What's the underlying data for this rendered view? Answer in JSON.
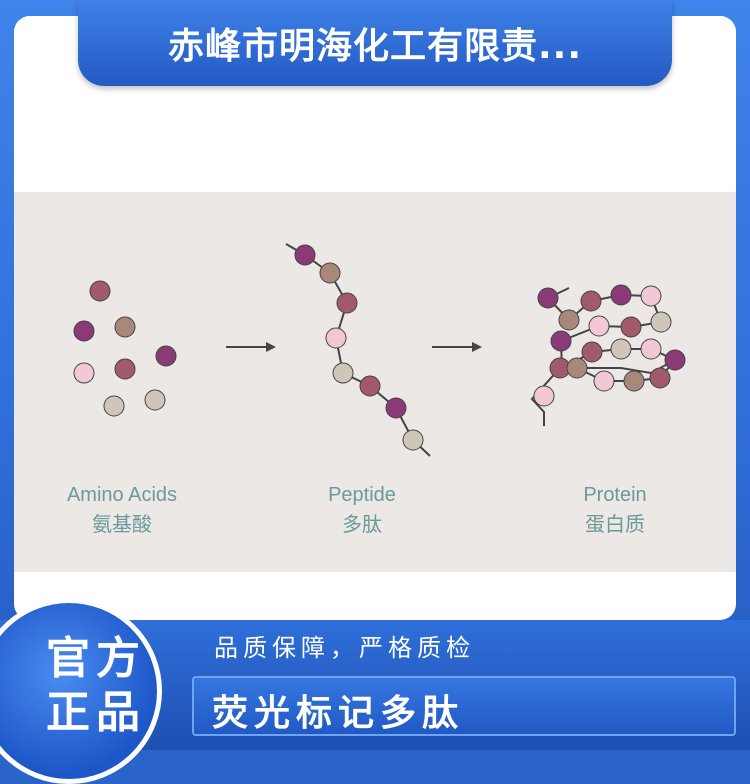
{
  "header": {
    "store_title": "赤峰市明海化工有限责..."
  },
  "diagram": {
    "stages": [
      {
        "label_en": "Amino Acids",
        "label_zh": "氨基酸"
      },
      {
        "label_en": "Peptide",
        "label_zh": "多肽"
      },
      {
        "label_en": "Protein",
        "label_zh": "蛋白质"
      }
    ],
    "colors": {
      "purple": "#8b3a78",
      "mauve": "#a25a6a",
      "tan": "#a88878",
      "pink": "#f2c8d4",
      "beige": "#cfc5b8",
      "link": "#444444",
      "arrow": "#444444"
    }
  },
  "footer": {
    "badge_line1": "官方",
    "badge_line2": "正品",
    "tagline": "品质保障，严格质检",
    "product_name": "荧光标记多肽"
  }
}
